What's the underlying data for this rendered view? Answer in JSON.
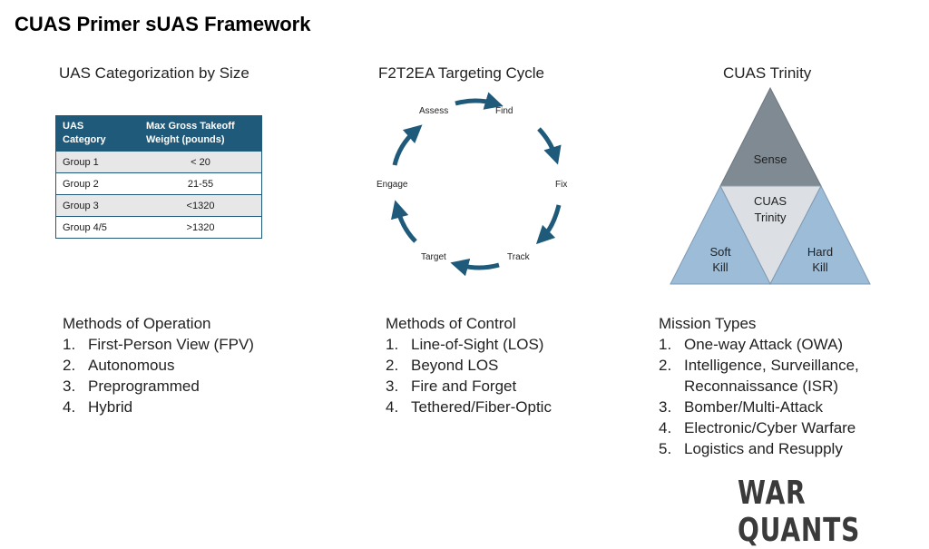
{
  "title": "CUAS Primer sUAS Framework",
  "sections": {
    "size": {
      "title": "UAS Categorization by Size",
      "table": {
        "headers": [
          "UAS Category",
          "Max Gross Takeoff Weight (pounds)"
        ],
        "header_lines": [
          [
            "UAS",
            "Category"
          ],
          [
            "Max Gross Takeoff",
            "Weight (pounds)"
          ]
        ],
        "rows": [
          {
            "category": "Group 1",
            "weight": "< 20"
          },
          {
            "category": "Group 2",
            "weight": "21-55"
          },
          {
            "category": "Group 3",
            "weight": "<1320"
          },
          {
            "category": "Group 4/5",
            "weight": ">1320"
          }
        ]
      }
    },
    "cycle": {
      "title": "F2T2EA Targeting Cycle",
      "steps": [
        "Find",
        "Fix",
        "Track",
        "Target",
        "Engage",
        "Assess"
      ],
      "arrow_color": "#1f5a7a"
    },
    "trinity": {
      "title": "CUAS Trinity",
      "top": [
        "Sense"
      ],
      "center": [
        "CUAS",
        "Trinity"
      ],
      "left": [
        "Soft",
        "Kill"
      ],
      "right": [
        "Hard",
        "Kill"
      ],
      "colors": {
        "top": "#7f8a93",
        "center": "#dcdfe3",
        "sides": "#9dbcd8"
      }
    }
  },
  "lists": {
    "operation": {
      "title": "Methods of Operation",
      "items": [
        "First-Person View (FPV)",
        "Autonomous",
        "Preprogrammed",
        "Hybrid"
      ]
    },
    "control": {
      "title": "Methods of Control",
      "items": [
        "Line-of-Sight (LOS)",
        "Beyond LOS",
        "Fire and Forget",
        "Tethered/Fiber-Optic"
      ]
    },
    "missions": {
      "title": "Mission Types",
      "items": [
        "One-way Attack (OWA)",
        "Intelligence, Surveillance, Reconnaissance (ISR)",
        "Bomber/Multi-Attack",
        "Electronic/Cyber Warfare",
        "Logistics and Resupply"
      ]
    }
  },
  "logo": "WAR QUANTS"
}
